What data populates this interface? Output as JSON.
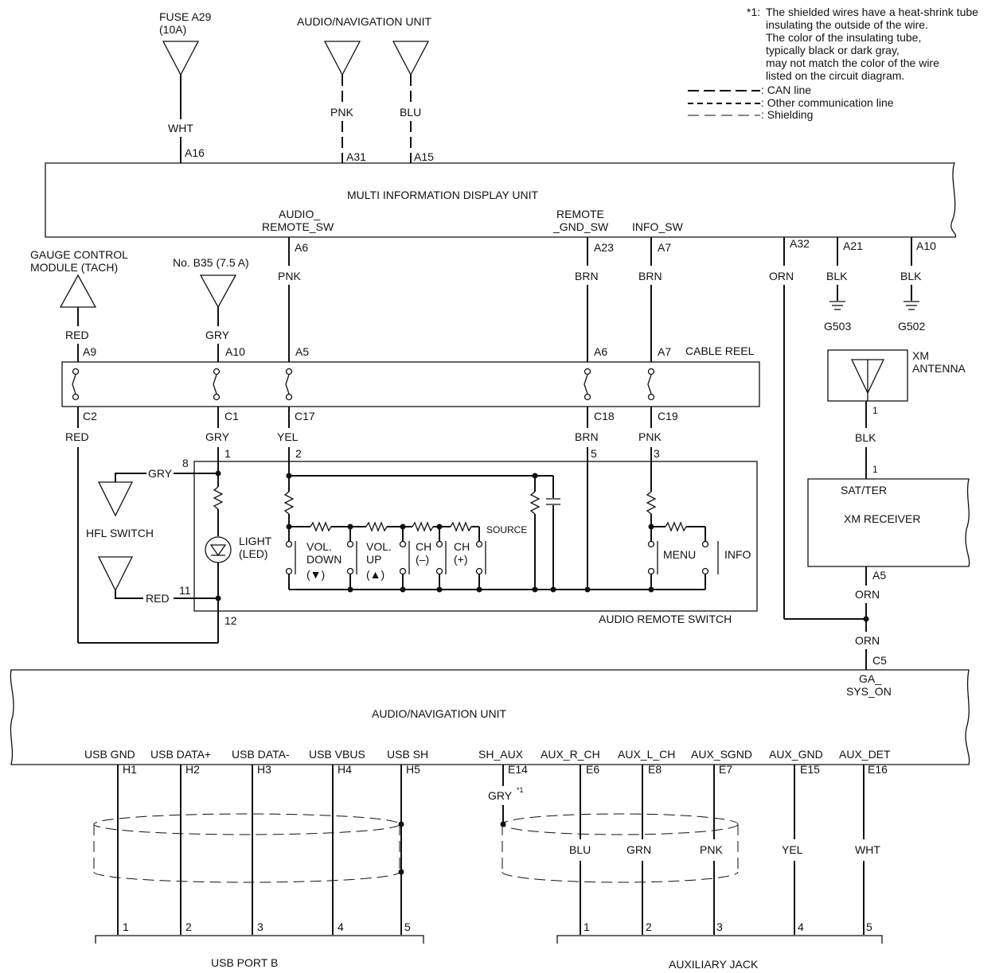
{
  "notes": {
    "footnote_marker": "*1:",
    "footnote_lines": [
      "The shielded wires have a heat-shrink tube",
      "insulating the outside of the wire.",
      "The color of the insulating tube,",
      "typically black or dark gray,",
      "may not match the color of the wire",
      "listed on the circuit diagram."
    ],
    "legend": [
      {
        "style": "can",
        "label": ": CAN line"
      },
      {
        "style": "com",
        "label": ": Other communication line"
      },
      {
        "style": "shield",
        "label": ": Shielding"
      }
    ]
  },
  "top_sources": {
    "fuse": {
      "line1": "FUSE A29",
      "line2": "(10A)",
      "wire": "WHT",
      "pin": "A16"
    },
    "av_unit": {
      "title": "AUDIO/NAVIGATION UNIT",
      "wire1": "PNK",
      "pin1": "A31",
      "wire2": "BLU",
      "pin2": "A15"
    }
  },
  "mid_unit": {
    "title": "MULTI INFORMATION DISPLAY UNIT",
    "sig_audio_1": "AUDIO_",
    "sig_audio_2": "REMOTE_SW",
    "sig_remote_1": "REMOTE",
    "sig_remote_2": "_GND_SW",
    "sig_info": "INFO_SW",
    "pins": {
      "a6": "A6",
      "a23": "A23",
      "a7": "A7",
      "a32": "A32",
      "a21": "A21",
      "a10": "A10"
    },
    "wires": {
      "pnk": "PNK",
      "brn1": "BRN",
      "brn2": "BRN",
      "orn": "ORN",
      "blk1": "BLK",
      "blk2": "BLK"
    },
    "grounds": {
      "g503": "G503",
      "g502": "G502"
    }
  },
  "gauge": {
    "line1": "GAUGE CONTROL",
    "line2": "MODULE (TACH)",
    "wire": "RED",
    "pin": "A9"
  },
  "fuse_b35": {
    "label": "No. B35 (7.5 A)",
    "wire": "GRY",
    "pin": "A10"
  },
  "cable_reel": {
    "title": "CABLE REEL",
    "top_pins": {
      "a5": "A5",
      "a6": "A6",
      "a7": "A7"
    },
    "bottom_pins": {
      "c2": "C2",
      "c1": "C1",
      "c17": "C17",
      "c18": "C18",
      "c19": "C19"
    },
    "bottom_wires": {
      "red": "RED",
      "gry": "GRY",
      "yel": "YEL",
      "brn": "BRN",
      "pnk": "PNK"
    }
  },
  "audio_switch": {
    "title": "AUDIO REMOTE SWITCH",
    "pins": {
      "p1": "1",
      "p2": "2",
      "p3": "3",
      "p5": "5",
      "p8": "8",
      "p11": "11",
      "p12": "12"
    },
    "hfl_label": "HFL SWITCH",
    "gry_wire": "GRY",
    "red_wire": "RED",
    "light_1": "LIGHT",
    "light_2": "(LED)",
    "source": "SOURCE",
    "vol_down_1": "VOL.",
    "vol_down_2": "DOWN",
    "vol_down_3": "(▼)",
    "vol_up_1": "VOL.",
    "vol_up_2": "UP",
    "vol_up_3": "(▲)",
    "ch_minus_1": "CH",
    "ch_minus_2": "(–)",
    "ch_plus_1": "CH",
    "ch_plus_2": "(+)",
    "menu": "MENU",
    "info": "INFO"
  },
  "xm": {
    "antenna_1": "XM",
    "antenna_2": "ANTENNA",
    "ant_pin": "1",
    "wire": "BLK",
    "rcv_pin": "1",
    "sat_ter": "SAT/TER",
    "receiver": "XM RECEIVER",
    "pin_a5": "A5",
    "wire_orn1": "ORN",
    "wire_orn2": "ORN",
    "pin_c5": "C5",
    "sig_1": "GA_",
    "sig_2": "SYS_ON"
  },
  "bottom_unit": {
    "title": "AUDIO/NAVIGATION UNIT",
    "usb_signals": [
      "USB GND",
      "USB DATA+",
      "USB DATA-",
      "USB VBUS",
      "USB SH"
    ],
    "usb_pins": [
      "H1",
      "H2",
      "H3",
      "H4",
      "H5"
    ],
    "aux_signals": [
      "SH_AUX",
      "AUX_R_CH",
      "AUX_L_CH",
      "AUX_SGND",
      "AUX_GND",
      "AUX_DET"
    ],
    "aux_pins": [
      "E14",
      "E6",
      "E8",
      "E7",
      "E15",
      "E16"
    ],
    "gry_wire": "GRY",
    "gry_note": "*1",
    "aux_wires": [
      "BLU",
      "GRN",
      "PNK",
      "YEL",
      "WHT"
    ],
    "usb_port_pins": [
      "1",
      "2",
      "3",
      "4",
      "5"
    ],
    "usb_port": "USB PORT B",
    "aux_jack_pins": [
      "1",
      "2",
      "3",
      "4",
      "5"
    ],
    "aux_jack": "AUXILIARY JACK"
  }
}
